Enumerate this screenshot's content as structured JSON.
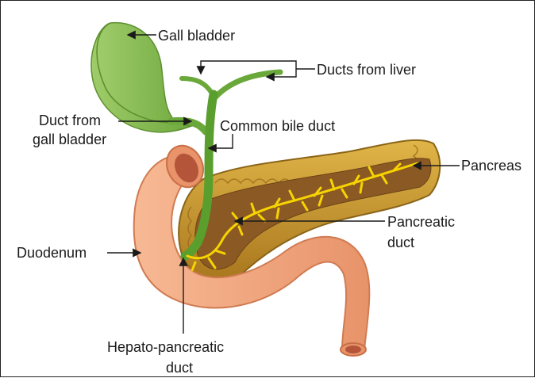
{
  "labels": {
    "gall_bladder": "Gall bladder",
    "ducts_from_liver": "Ducts from liver",
    "duct_from_gall_bladder_1": "Duct from",
    "duct_from_gall_bladder_2": "gall bladder",
    "common_bile_duct": "Common bile duct",
    "pancreas": "Pancreas",
    "pancreatic_duct_1": "Pancreatic",
    "pancreatic_duct_2": "duct",
    "duodenum": "Duodenum",
    "hepato_pancreatic_duct_1": "Hepato-pancreatic",
    "hepato_pancreatic_duct_2": "duct"
  },
  "colors": {
    "gall_bladder": "#8cc05a",
    "bile_duct": "#5a9e2e",
    "duodenum": "#f4a880",
    "pancreas": "#c9992e",
    "pancreas_inner": "#8a5a20",
    "pancreatic_duct": "#f7d400"
  }
}
